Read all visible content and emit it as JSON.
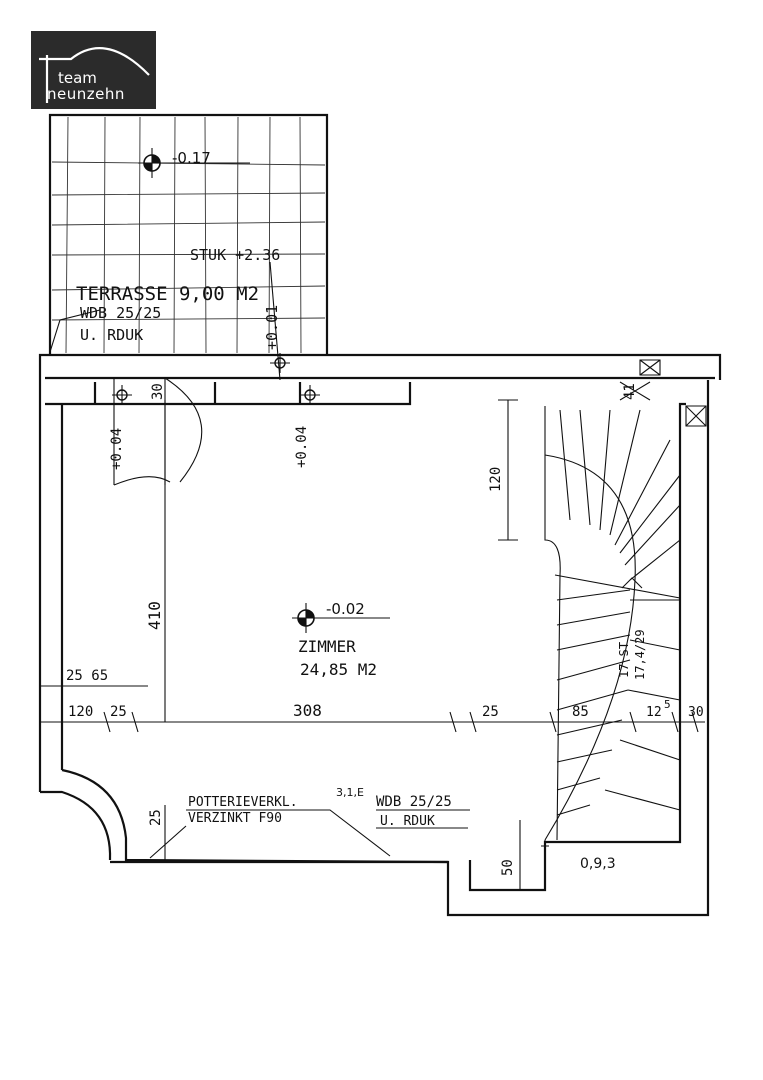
{
  "logo": {
    "line1": "team",
    "line2": "neunzehn"
  },
  "terrace": {
    "level": "-0.17",
    "name": "TERRASSE 9,00 M2",
    "stuk": "STUK +2.36",
    "wdb": "WDB 25/25",
    "rduk": "U. RDUK",
    "vertical_level": "+0.01"
  },
  "room": {
    "level": "-0.02",
    "name": "ZIMMER",
    "area": "24,85 M2"
  },
  "levels": {
    "left": "+0.04",
    "middle": "+0.04"
  },
  "dimensions": {
    "d30": "30",
    "d120_vertical": "120",
    "d410": "410",
    "d25_65": "25 65",
    "d120": "120",
    "d25a": "25",
    "d308": "308",
    "d25b": "25",
    "d85": "85",
    "d12": "12",
    "d5": "5",
    "d30b": "30",
    "d25_vertical": "25",
    "d50_vertical": "50",
    "d41": "41",
    "stairs_top": "17 ST",
    "stairs_bottom": "17,4/29"
  },
  "annotations": {
    "potterie": "POTTERIEVERKL.",
    "verzinkt": "VERZINKT F90",
    "small": "3,1,E",
    "wdb": "WDB 25/25",
    "rduk": "U. RDUK",
    "corner_level": "0,9,3"
  }
}
